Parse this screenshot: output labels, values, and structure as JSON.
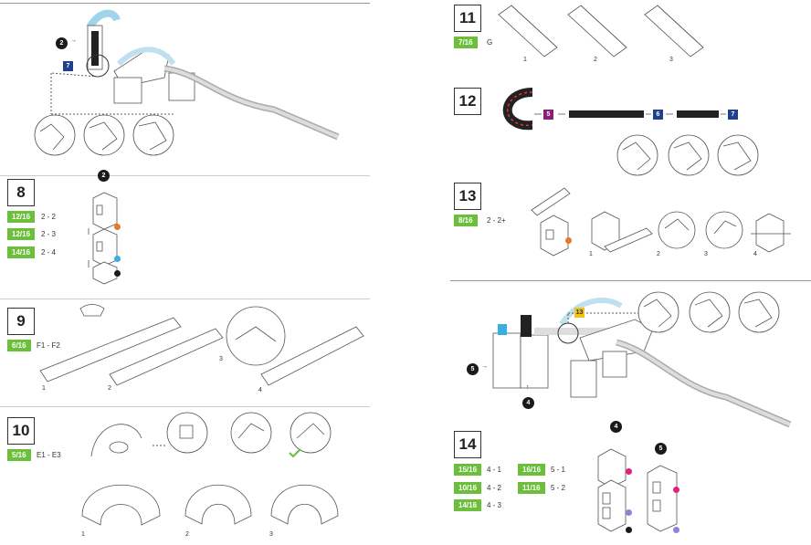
{
  "steps": {
    "s8": {
      "number": "8",
      "rows": [
        {
          "count": "12/16",
          "ref": "2 - 2"
        },
        {
          "count": "12/16",
          "ref": "2 - 3"
        },
        {
          "count": "14/16",
          "ref": "2 - 4"
        }
      ],
      "callout": "2"
    },
    "s9": {
      "number": "9",
      "count": "6/16",
      "ref": "F1 - F2",
      "subs": [
        "1",
        "2",
        "3",
        "4"
      ]
    },
    "s10": {
      "number": "10",
      "count": "5/16",
      "ref": "E1 - E3",
      "subs": [
        "1",
        "2",
        "3"
      ]
    },
    "s11": {
      "number": "11",
      "count": "7/16",
      "ref": "G",
      "subs": [
        "1",
        "2",
        "3"
      ]
    },
    "s12": {
      "number": "12",
      "tags": [
        "5",
        "6",
        "7"
      ]
    },
    "s13": {
      "number": "13",
      "count": "8/16",
      "ref": "2 - 2+",
      "subs": [
        "1",
        "2",
        "3",
        "4"
      ]
    },
    "s14": {
      "number": "14",
      "rows_left": [
        {
          "count": "15/16",
          "ref": "4 - 1"
        },
        {
          "count": "10/16",
          "ref": "4 - 2"
        },
        {
          "count": "14/16",
          "ref": "4 - 3"
        }
      ],
      "rows_right": [
        {
          "count": "16/16",
          "ref": "5 - 1"
        },
        {
          "count": "11/16",
          "ref": "5 - 2"
        }
      ],
      "callouts": [
        "4",
        "5"
      ]
    }
  },
  "overview_top": {
    "callout": "2",
    "tag": "7"
  },
  "overview_bottom": {
    "callouts": [
      "5",
      "4"
    ],
    "tag": "13"
  },
  "colors": {
    "green": "#6cbf3a",
    "navy": "#1f3f8f",
    "purple": "#8a1f7a",
    "yellow": "#f3c21a",
    "orange": "#e8782a",
    "cyan": "#3aaee0",
    "magenta": "#e0207a",
    "lavender": "#8a86d6"
  }
}
